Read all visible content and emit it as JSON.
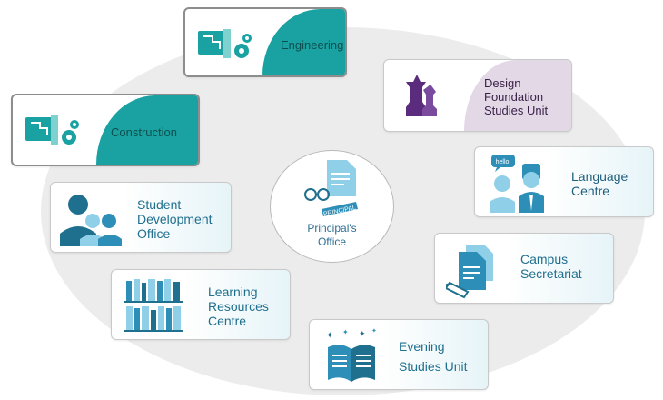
{
  "center": {
    "line1": "Principal's",
    "line2": "Office",
    "badge": "PRINCIPAL"
  },
  "cards": {
    "engineering": {
      "label": "Engineering"
    },
    "construction": {
      "label": "Construction"
    },
    "design": {
      "line1": "Design",
      "line2": "Foundation",
      "line3": "Studies Unit"
    },
    "language": {
      "line1": "Language",
      "line2": "Centre",
      "bubble": "hello!"
    },
    "student": {
      "line1": "Student",
      "line2": "Development",
      "line3": "Office"
    },
    "campus": {
      "line1": "Campus",
      "line2": "Secretariat"
    },
    "learning": {
      "line1": "Learning",
      "line2": "Resources",
      "line3": "Centre"
    },
    "evening": {
      "line1": "Evening",
      "line2": "Studies Unit"
    }
  },
  "colors": {
    "teal": "#1aa1a1",
    "lilac": "#e2d8e6",
    "purple": "#5b2c7e",
    "blue": "#2d8fb8",
    "light_blue": "#8fd0e8"
  }
}
